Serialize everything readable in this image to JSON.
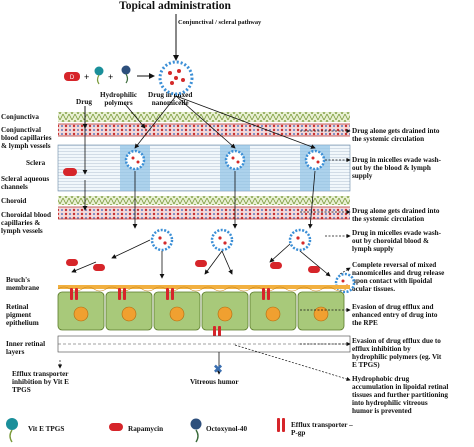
{
  "title": "Topical administration",
  "pathway": "Conjunctival / scleral pathway",
  "top_labels": {
    "drug": "Drug",
    "polymers": "Hydrophilic\npolymers",
    "micelle": "Drug in mixed\nnanomicelle"
  },
  "layers": {
    "conjunctiva": "Conjunctiva",
    "conj_vessels": "Conjunctival\nblood capillaries\n& lymph vessels",
    "sclera": "Sclera",
    "scleral_channels": "Scleral aqueous\nchannels",
    "choroid": "Choroid",
    "choroidal_vessels": "Choroidal blood\ncapillaries &\nlymph vessels",
    "bruch": "Bruch's\nmembrane",
    "rpe": "Retinal\npigment\nepithelium",
    "inner_retina": "Inner retinal\nlayers"
  },
  "right_notes": [
    "Drug alone gets drained into\nthe systemic circulation",
    "Drug  in micelles evade wash-\nout by the blood & lymph\nsupply",
    "Drug alone gets drained into\nthe systemic circulation",
    "Drug in micelles evade wash-\nout by choroidal blood &\nlymph supply",
    "Complete reversal of mixed\nnanomicelles and drug release\nupon contact with lipoidal\nocular tissues.",
    "Evasion of drug efflux and\nenhanced entry  of drug into\nthe RPE",
    "Evasion of drug efflux due to\nefflux inhibition by\nhydrophilic polymers (eg. Vit\nE TPGS)",
    "Hydrophobic drug\naccumulation in lipoidal retinal\ntissues and further partitioning\ninto hydrophilic vitreous\nhumor is prevented"
  ],
  "bottom_left_note": "Efflux transporter\ninhibition by Vit E\nTPGS",
  "vitreous": "Vitreous humor",
  "legend": {
    "vite": "Vit E TPGS",
    "rapamycin": "Rapamycin",
    "octoxynol": "Octoxynol-40",
    "efflux": "Efflux transporter –\nP-gp"
  },
  "colors": {
    "drug_red": "#d42a2a",
    "pill_red": "#d6252a",
    "teal": "#1a8f9a",
    "navy": "#2d4f7c",
    "micelle_blue": "#3b8fd6",
    "choroid_green": "#7a9a3a",
    "cell_green": "#a8c97a",
    "nucleus_orange": "#f0a030",
    "bruch_orange": "#f2b040"
  }
}
